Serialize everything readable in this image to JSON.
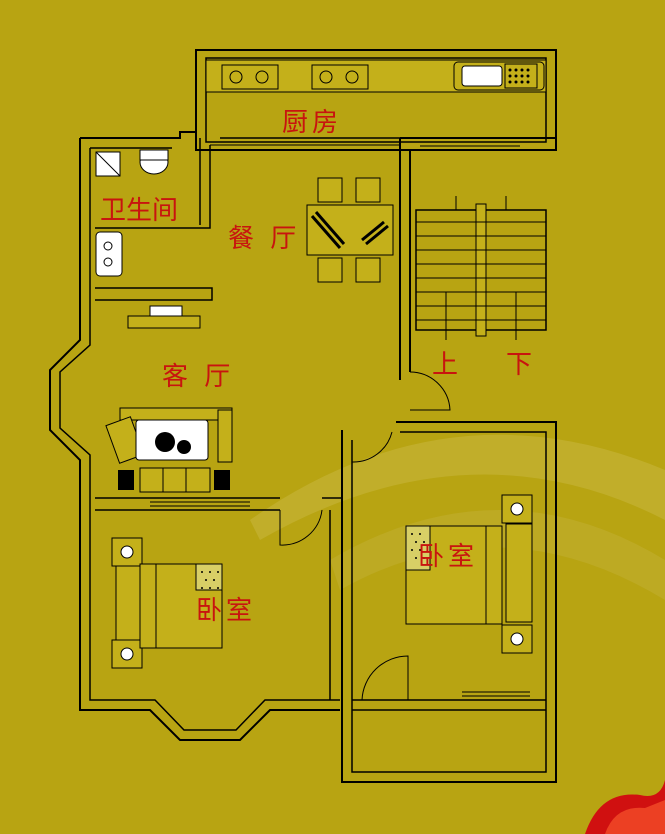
{
  "rooms": {
    "kitchen": "厨房",
    "bathroom": "卫生间",
    "dining": "餐 厅",
    "living": "客 厅",
    "stairs_up": "上",
    "stairs_down": "下",
    "bedroom_left": "卧室",
    "bedroom_right": "卧室"
  },
  "colors": {
    "background": "#b8a412",
    "line": "#000000",
    "label": "#c8140f",
    "accent": "#d01010"
  }
}
